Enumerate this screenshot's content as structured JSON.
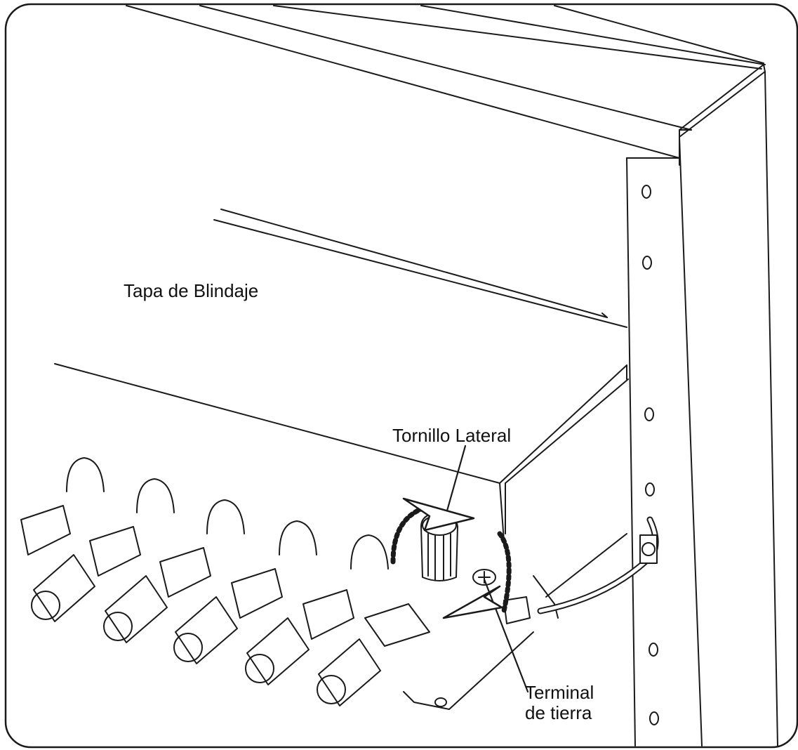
{
  "labels": {
    "shield_cover": "Tapa de Blindaje",
    "side_screw": "Tornillo Lateral",
    "ground_terminal_line1": "Terminal",
    "ground_terminal_line2": "de tierra"
  },
  "colors": {
    "line": "#1a1a1a",
    "fill": "#ffffff",
    "hatch": "#555555"
  }
}
